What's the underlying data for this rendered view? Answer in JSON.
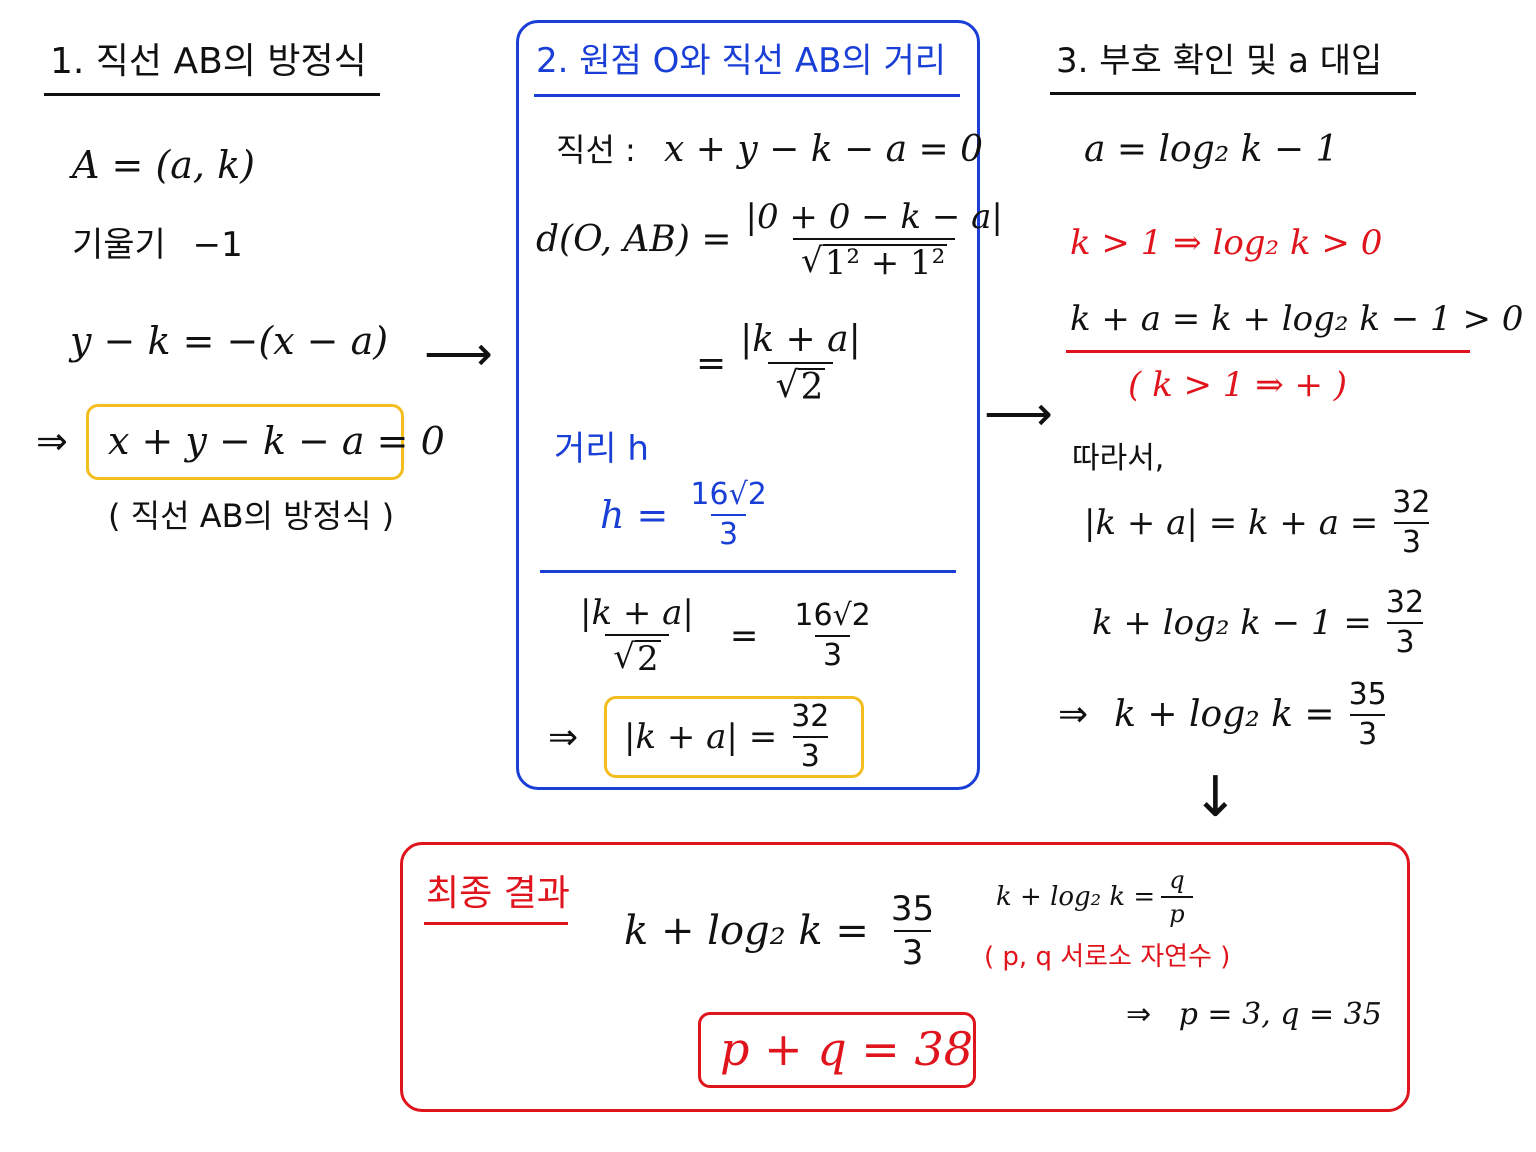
{
  "colors": {
    "blue": "#1a3fd6",
    "red": "#e0141c",
    "yellow": "#f2bd1d",
    "ink": "#111111"
  },
  "section1": {
    "title": "1. 직선 AB의 방정식",
    "point": "A = (a, k)",
    "slope_label": "기울기",
    "slope_value": "−1",
    "point_slope": "y − k = −(x − a)",
    "implies": "⇒",
    "result": "x + y − k − a = 0",
    "caption": "( 직선 AB의 방정식 )"
  },
  "section2": {
    "title": "2. 원점 O와 직선 AB의 거리",
    "line_label": "직선 :",
    "line_eq": "x + y − k − a = 0",
    "dist_lhs": "d(O, AB) =",
    "dist_num": "|0 + 0 − k − a|",
    "dist_den_sqrt": "1² + 1²",
    "eq_sign": "=",
    "dist2_num": "|k + a|",
    "dist2_den_sqrt": "2",
    "h_label": "거리 h",
    "h_lhs": "h =",
    "h_num": "16√2",
    "h_den": "3",
    "step_num": "|k + a|",
    "step_den_sqrt": "2",
    "step_rhs_num": "16√2",
    "step_rhs_den": "3",
    "implies": "⇒",
    "result_lhs": "|k + a| =",
    "result_num": "32",
    "result_den": "3"
  },
  "section3": {
    "title": "3. 부호 확인 및 a 대입",
    "a_eq": "a = log₂ k − 1",
    "sign1": "k > 1 ⇒ log₂ k > 0",
    "sign2": "k + a = k + log₂ k − 1 > 0",
    "sign3": "( k > 1 ⇒ + )",
    "therefore": "따라서,",
    "abs_lhs": "|k + a| = k + a =",
    "abs_num": "32",
    "abs_den": "3",
    "sub_lhs": "k + log₂ k − 1 =",
    "sub_num": "32",
    "sub_den": "3",
    "implies": "⇒",
    "final_lhs": "k + log₂ k =",
    "final_num": "35",
    "final_den": "3"
  },
  "arrows": {
    "right": "⟶",
    "down": "↓"
  },
  "result_box": {
    "title": "최종 결과",
    "eq_lhs": "k + log₂ k =",
    "eq_num": "35",
    "eq_den": "3",
    "form_lhs": "k + log₂ k =",
    "form_num": "q",
    "form_den": "p",
    "coprime": "( p, q 서로소 자연수 )",
    "implies": "⇒",
    "pq_values": "p = 3, q = 35",
    "answer": "p + q = 38"
  }
}
